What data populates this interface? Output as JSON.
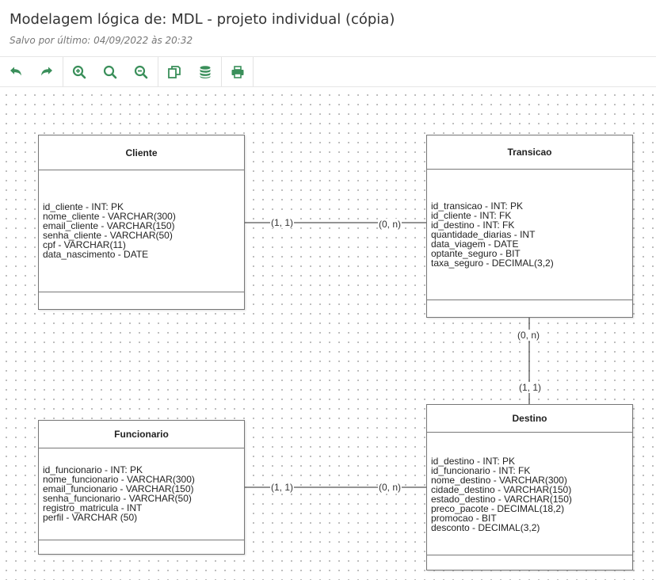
{
  "header": {
    "title": "Modelagem lógica de: MDL - projeto individual (cópia)",
    "subtitle": "Salvo por último: 04/09/2022 às 20:32"
  },
  "toolbar": {
    "buttons": [
      {
        "icon": "undo-icon"
      },
      {
        "icon": "redo-icon"
      },
      {
        "icon": "zoom-in-icon"
      },
      {
        "icon": "zoom-reset-icon"
      },
      {
        "icon": "zoom-out-icon"
      },
      {
        "icon": "copy-icon"
      },
      {
        "icon": "database-icon"
      },
      {
        "icon": "print-icon"
      }
    ],
    "icon_color": "#3a8f5a"
  },
  "diagram": {
    "entities": {
      "cliente": {
        "name": "Cliente",
        "fields": [
          "id_cliente - INT: PK",
          "nome_cliente - VARCHAR(300)",
          "email_cliente - VARCHAR(150)",
          "senha_cliente - VARCHAR(50)",
          "cpf - VARCHAR(11)",
          "data_nascimento - DATE"
        ]
      },
      "transicao": {
        "name": "Transicao",
        "fields": [
          "id_transicao - INT: PK",
          "id_cliente - INT: FK",
          "id_destino - INT: FK",
          "quantidade_diarias - INT",
          "data_viagem - DATE",
          "optante_seguro - BIT",
          "taxa_seguro - DECIMAL(3,2)"
        ]
      },
      "funcionario": {
        "name": "Funcionario",
        "fields": [
          "id_funcionario - INT: PK",
          "nome_funcionario - VARCHAR(300)",
          "email_funcionario - VARCHAR(150)",
          "senha_funcionario - VARCHAR(50)",
          "registro_matricula - INT",
          "perfil - VARCHAR (50)"
        ]
      },
      "destino": {
        "name": "Destino",
        "fields": [
          "id_destino - INT: PK",
          "id_funcionario - INT: FK",
          "nome_destino - VARCHAR(300)",
          "cidade_destino - VARCHAR(150)",
          "estado_destino - VARCHAR(150)",
          "preco_pacote - DECIMAL(18,2)",
          "promocao - BIT",
          "desconto - DECIMAL(3,2)"
        ]
      }
    },
    "relationships": {
      "cliente_transicao": {
        "from_card": "(1, 1)",
        "to_card": "(0, n)"
      },
      "transicao_destino": {
        "from_card": "(0, n)",
        "to_card": "(1, 1)"
      },
      "funcionario_destino": {
        "from_card": "(1, 1)",
        "to_card": "(0, n)"
      }
    }
  }
}
